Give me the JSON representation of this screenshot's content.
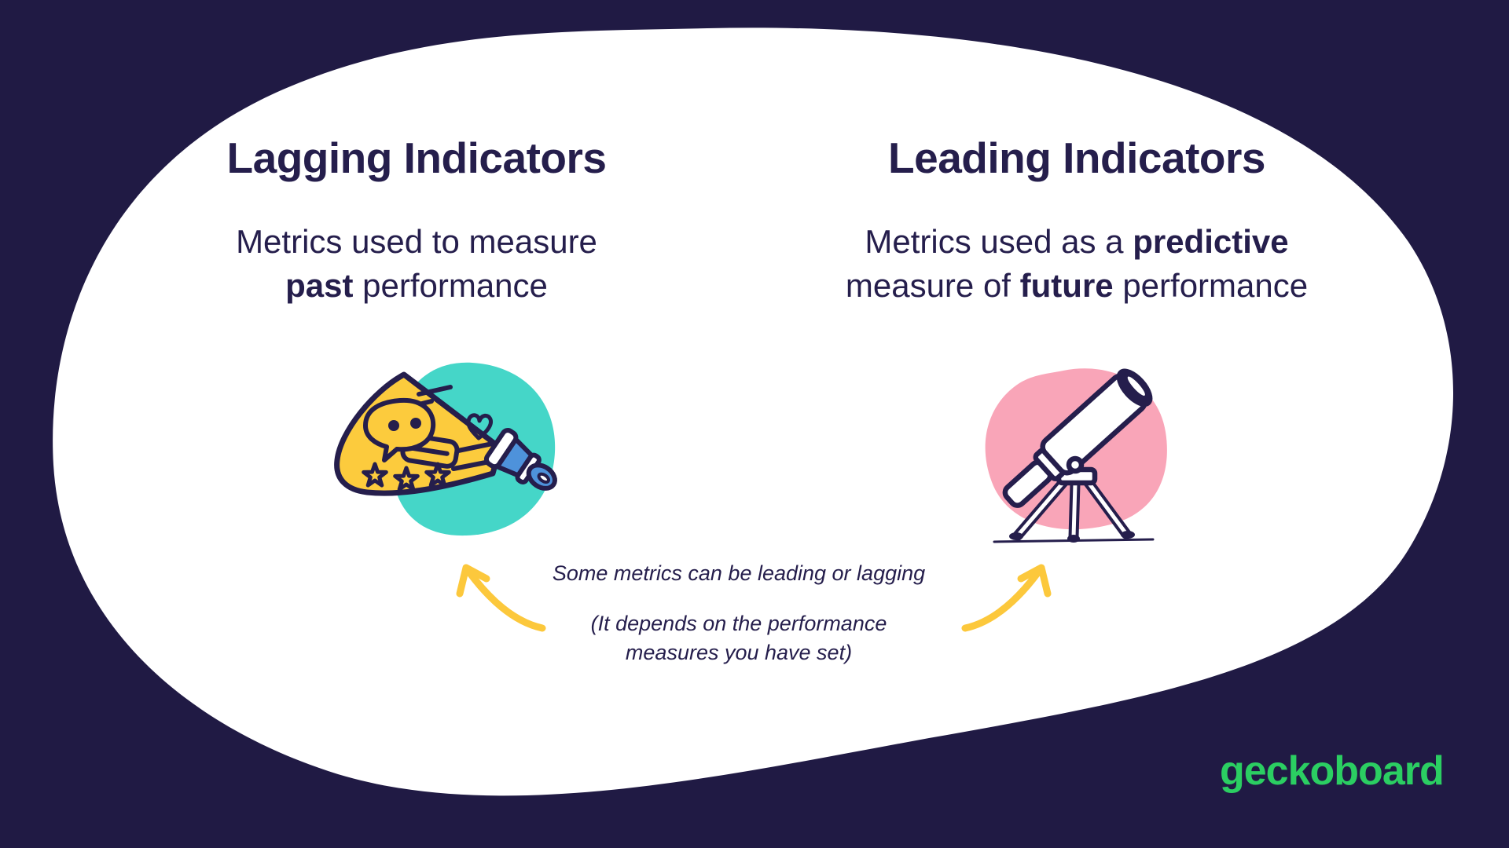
{
  "meta": {
    "kind": "comparison-infographic"
  },
  "colors": {
    "background": "#201A44",
    "card": "#FFFFFF",
    "text": "#251E4C",
    "teal_blob": "#45D6C8",
    "pink_blob": "#F9A5B8",
    "megaphone_yellow": "#FCCB3D",
    "arrow_yellow": "#FCC83C",
    "handle_blue": "#4E92DB",
    "logo_green": "#2BCE62"
  },
  "left_column": {
    "title": "Lagging Indicators",
    "subtitle_line1": "Metrics used to measure",
    "subtitle_bold": "past",
    "subtitle_after_bold": " performance",
    "illustration": "party-megaphone"
  },
  "right_column": {
    "title": "Leading Indicators",
    "subtitle_line1_pre": "Metrics used as a ",
    "subtitle_line1_bold": "predictive",
    "subtitle_line2_pre": "measure of ",
    "subtitle_line2_bold": "future",
    "subtitle_line2_after": " performance",
    "illustration": "telescope"
  },
  "center_note": {
    "line1": "Some metrics can be leading or lagging",
    "line2": "(It depends on the performance",
    "line3": "measures you have set)"
  },
  "footer": {
    "logo_text": "geckoboard"
  }
}
